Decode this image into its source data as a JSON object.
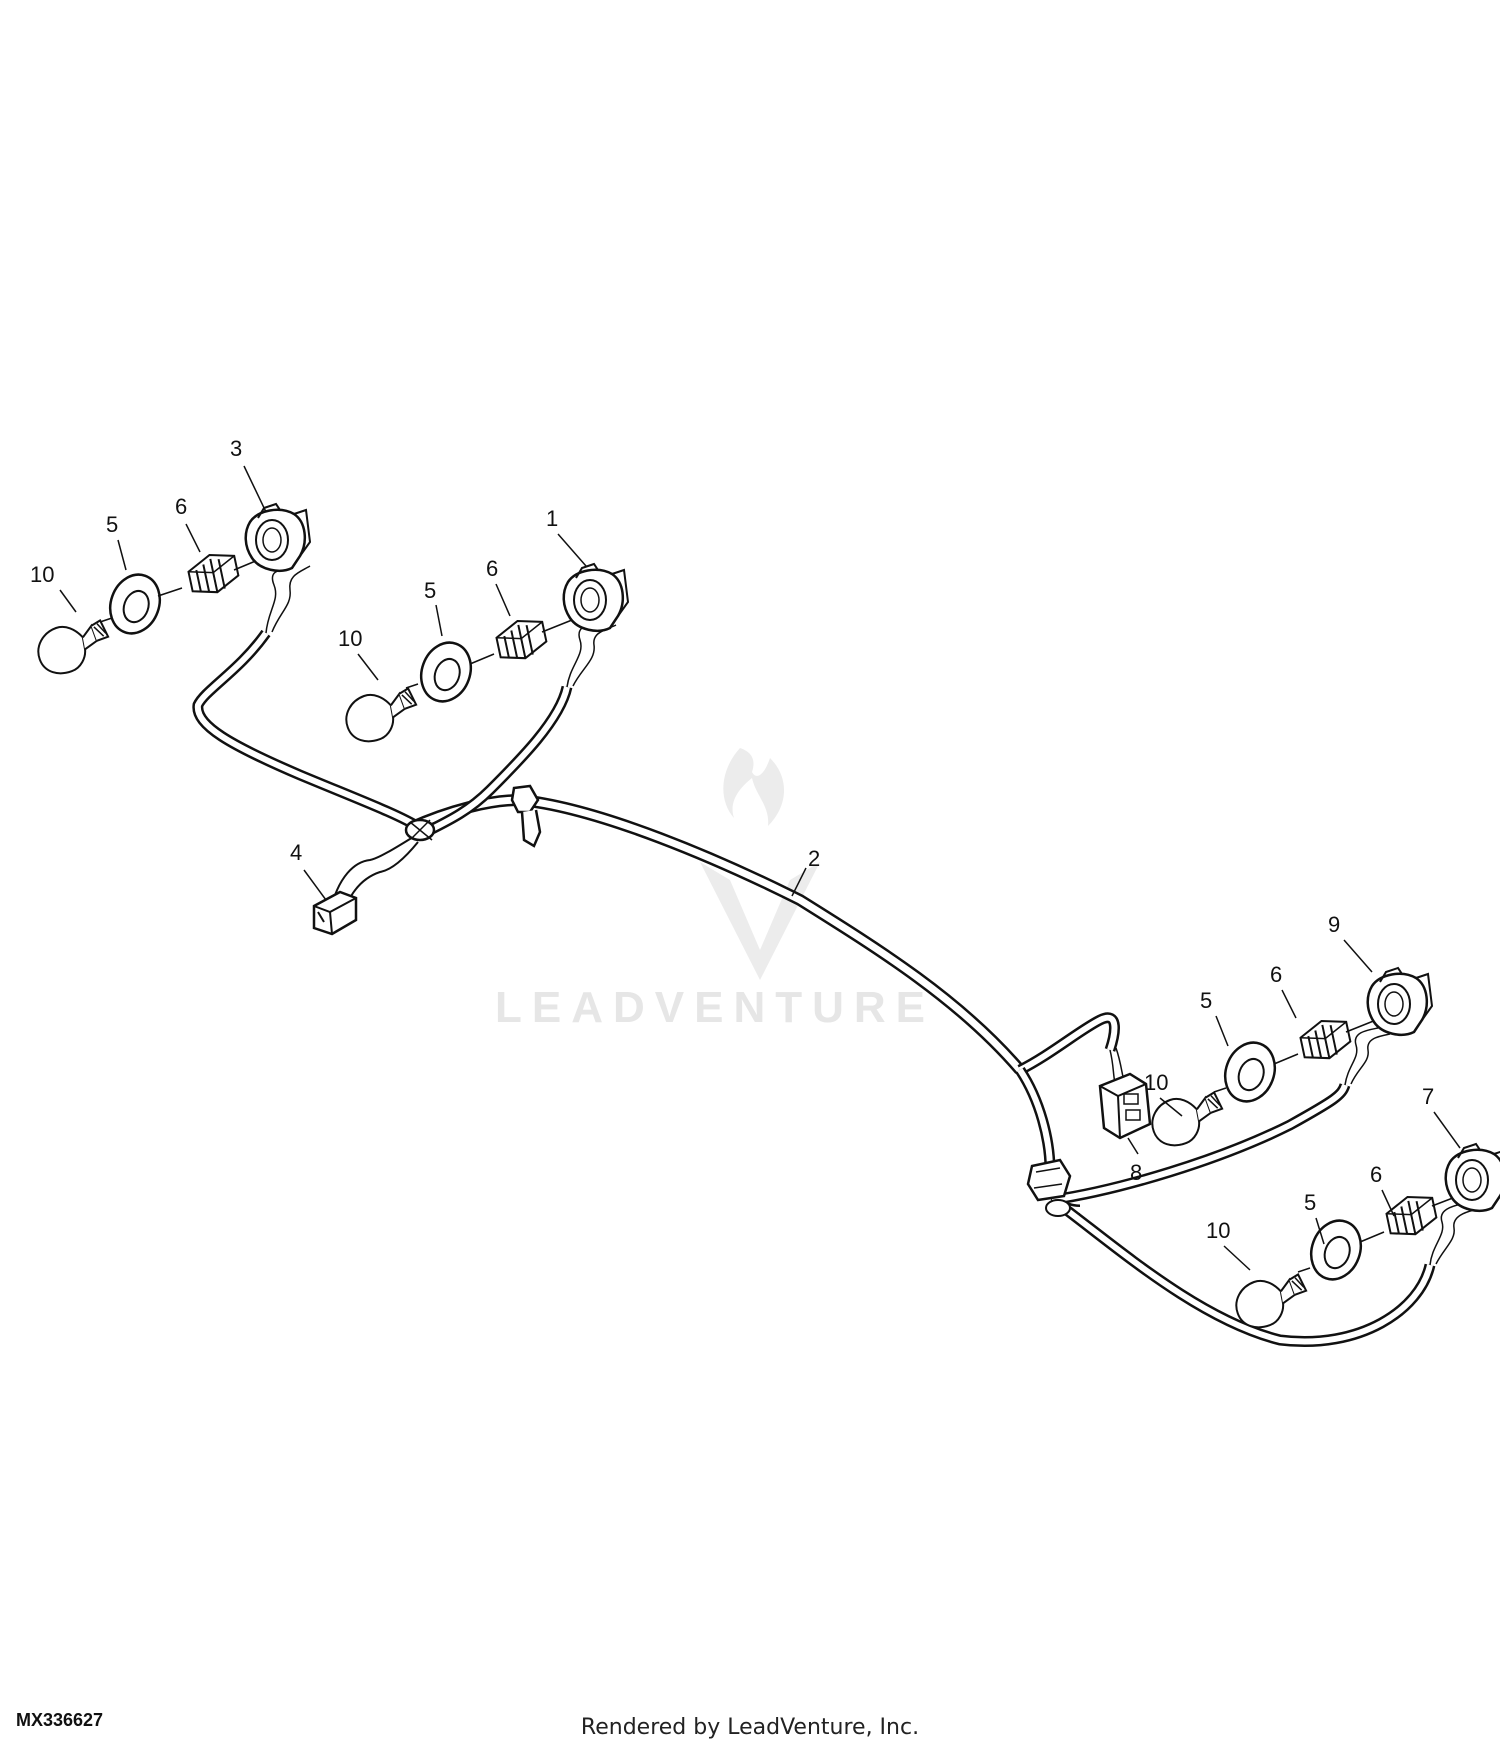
{
  "figure_id": "MX336627",
  "footer_text": "Rendered by LeadVenture, Inc.",
  "watermark_text": "LEADVENTURE",
  "callouts": [
    "1",
    "2",
    "3",
    "4",
    "5",
    "6",
    "7",
    "8",
    "9",
    "10"
  ]
}
